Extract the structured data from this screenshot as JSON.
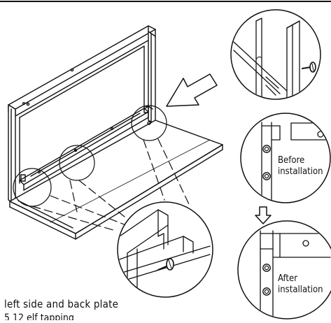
{
  "caption": {
    "line1": "left side and back plate",
    "line2": "5 12 elf tapping"
  },
  "callouts": {
    "before": [
      "Before",
      "installation"
    ],
    "after": [
      "After",
      "installation"
    ]
  },
  "colors": {
    "ink": "#111111",
    "background": "#ffffff"
  },
  "icons": [
    "direction-arrow-icon",
    "down-arrow-icon",
    "screw-icon"
  ]
}
